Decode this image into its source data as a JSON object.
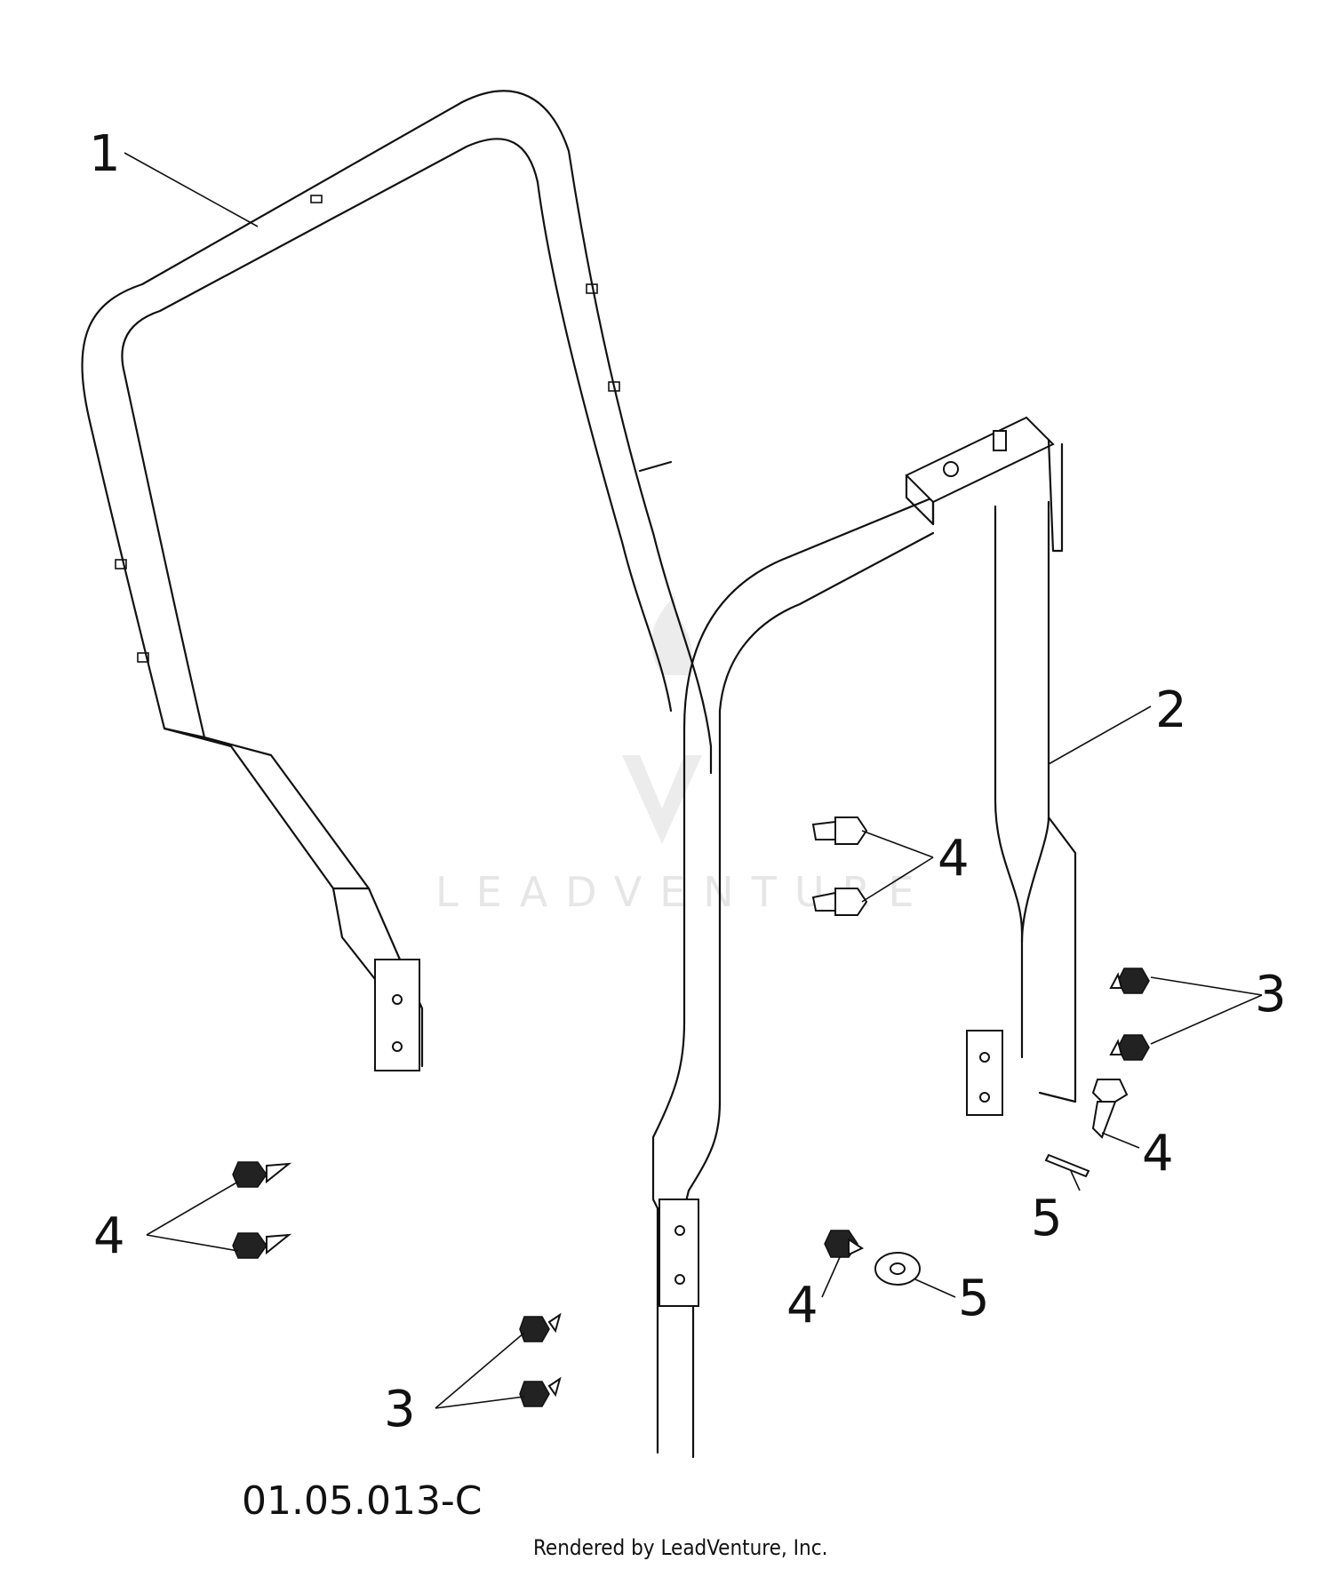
{
  "callouts": [
    {
      "id": "c1",
      "label": "1"
    },
    {
      "id": "c2",
      "label": "2"
    },
    {
      "id": "c3a",
      "label": "3"
    },
    {
      "id": "c3b",
      "label": "3"
    },
    {
      "id": "c4a",
      "label": "4"
    },
    {
      "id": "c4b",
      "label": "4"
    },
    {
      "id": "c4c",
      "label": "4"
    },
    {
      "id": "c4d",
      "label": "4"
    },
    {
      "id": "c5a",
      "label": "5"
    },
    {
      "id": "c5b",
      "label": "5"
    }
  ],
  "drawing_code": "01.05.013-C",
  "credit": "Rendered by LeadVenture, Inc.",
  "watermark": "LEADVENTURE"
}
